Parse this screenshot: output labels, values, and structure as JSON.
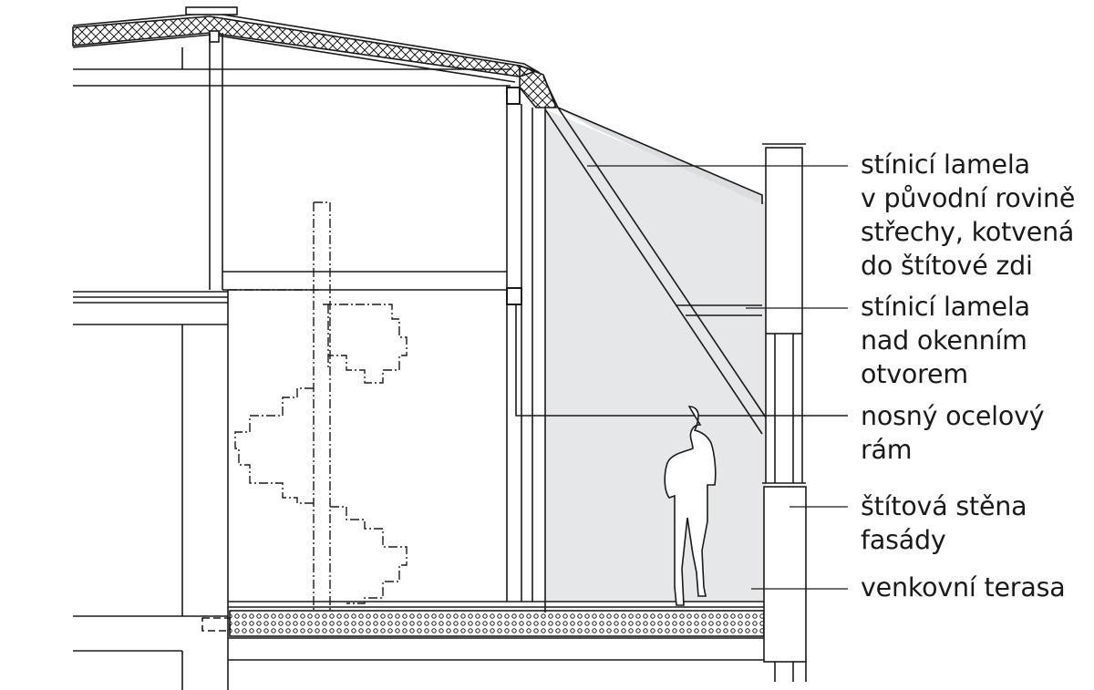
{
  "callouts": [
    {
      "id": "shading-roof",
      "lines": [
        "stínicí lamela",
        "v původní rovině",
        "střechy, kotvená",
        "do štítové zdi"
      ]
    },
    {
      "id": "shading-window",
      "lines": [
        "stínicí lamela",
        "nad okenním",
        "otvorem"
      ]
    },
    {
      "id": "steel-frame",
      "lines": [
        "nosný ocelový",
        "rám"
      ]
    },
    {
      "id": "gable-wall",
      "lines": [
        "štítová stěna",
        "fasády"
      ]
    },
    {
      "id": "terrace",
      "lines": [
        "venkovní terasa"
      ]
    }
  ],
  "colors": {
    "line": "#1a1a1a",
    "shade": "#e6e7e8",
    "background": "#ffffff"
  }
}
